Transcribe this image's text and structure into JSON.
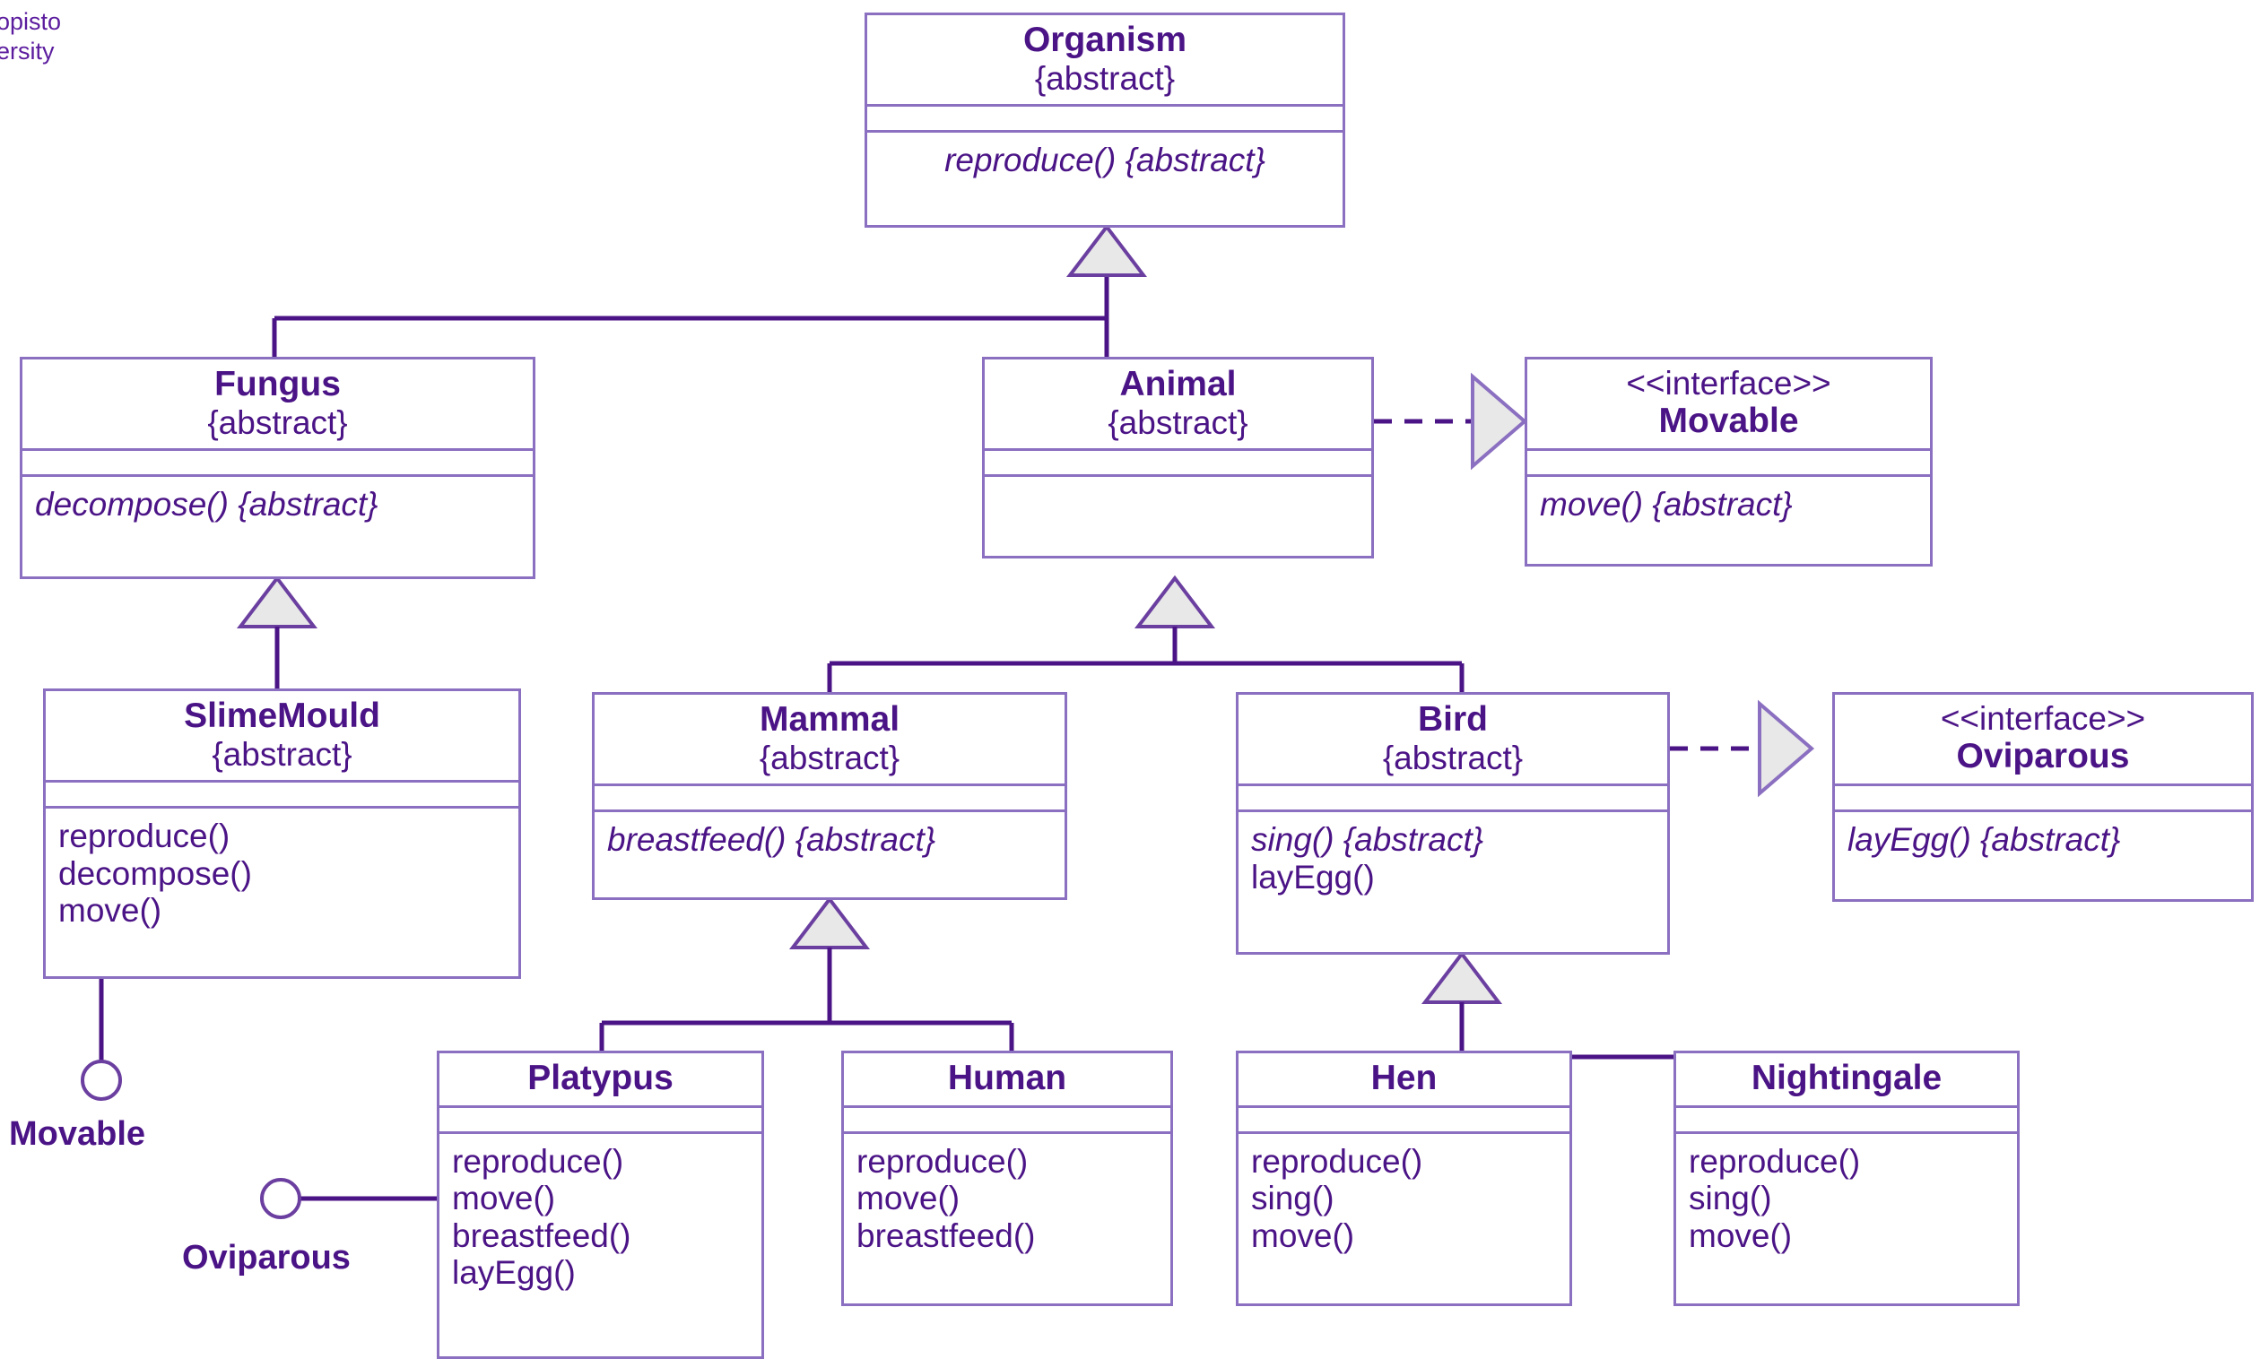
{
  "diagram": {
    "title": "Organism class hierarchy UML class diagram",
    "colors": {
      "text": "#4B1486",
      "border": "#8B6FC0",
      "line": "#4B1486",
      "triangle_fill": "#E8E8E8",
      "background": "#FFFFFF"
    },
    "watermark": {
      "line1": "opisto",
      "line2": "ersity"
    }
  },
  "classes": {
    "organism": {
      "name": "Organism",
      "abstract_tag": "{abstract}",
      "operations": [
        {
          "text": "reproduce() {abstract}",
          "abstract": true
        }
      ]
    },
    "fungus": {
      "name": "Fungus",
      "abstract_tag": "{abstract}",
      "operations": [
        {
          "text": "decompose() {abstract}",
          "abstract": true
        }
      ]
    },
    "animal": {
      "name": "Animal",
      "abstract_tag": "{abstract}",
      "operations": []
    },
    "movable": {
      "stereotype": "<<interface>>",
      "name": "Movable",
      "operations": [
        {
          "text": "move() {abstract}",
          "abstract": true
        }
      ]
    },
    "slimemould": {
      "name": "SlimeMould",
      "abstract_tag": "{abstract}",
      "operations": [
        {
          "text": "reproduce()",
          "abstract": false
        },
        {
          "text": "decompose()",
          "abstract": false
        },
        {
          "text": "move()",
          "abstract": false
        }
      ]
    },
    "mammal": {
      "name": "Mammal",
      "abstract_tag": "{abstract}",
      "operations": [
        {
          "text": "breastfeed() {abstract}",
          "abstract": true
        }
      ]
    },
    "bird": {
      "name": "Bird",
      "abstract_tag": "{abstract}",
      "operations": [
        {
          "text": "sing() {abstract}",
          "abstract": true
        },
        {
          "text": "layEgg()",
          "abstract": false
        }
      ]
    },
    "oviparous": {
      "stereotype": "<<interface>>",
      "name": "Oviparous",
      "operations": [
        {
          "text": "layEgg() {abstract}",
          "abstract": true
        }
      ]
    },
    "platypus": {
      "name": "Platypus",
      "operations": [
        {
          "text": "reproduce()",
          "abstract": false
        },
        {
          "text": "move()",
          "abstract": false
        },
        {
          "text": "breastfeed()",
          "abstract": false
        },
        {
          "text": "layEgg()",
          "abstract": false
        }
      ]
    },
    "human": {
      "name": "Human",
      "operations": [
        {
          "text": "reproduce()",
          "abstract": false
        },
        {
          "text": "move()",
          "abstract": false
        },
        {
          "text": "breastfeed()",
          "abstract": false
        }
      ]
    },
    "hen": {
      "name": "Hen",
      "operations": [
        {
          "text": "reproduce()",
          "abstract": false
        },
        {
          "text": "sing()",
          "abstract": false
        },
        {
          "text": "move()",
          "abstract": false
        }
      ]
    },
    "nightingale": {
      "name": "Nightingale",
      "operations": [
        {
          "text": "reproduce()",
          "abstract": false
        },
        {
          "text": "sing()",
          "abstract": false
        },
        {
          "text": "move()",
          "abstract": false
        }
      ]
    }
  },
  "interface_balls": {
    "movable": {
      "label": "Movable"
    },
    "oviparous": {
      "label": "Oviparous"
    }
  },
  "relationships": [
    {
      "kind": "generalization",
      "from": "Fungus",
      "to": "Organism"
    },
    {
      "kind": "generalization",
      "from": "Animal",
      "to": "Organism"
    },
    {
      "kind": "generalization",
      "from": "SlimeMould",
      "to": "Fungus"
    },
    {
      "kind": "generalization",
      "from": "Mammal",
      "to": "Animal"
    },
    {
      "kind": "generalization",
      "from": "Bird",
      "to": "Animal"
    },
    {
      "kind": "generalization",
      "from": "Platypus",
      "to": "Mammal"
    },
    {
      "kind": "generalization",
      "from": "Human",
      "to": "Mammal"
    },
    {
      "kind": "generalization",
      "from": "Hen",
      "to": "Bird"
    },
    {
      "kind": "generalization",
      "from": "Nightingale",
      "to": "Bird"
    },
    {
      "kind": "realization",
      "from": "Animal",
      "to": "Movable"
    },
    {
      "kind": "realization",
      "from": "Bird",
      "to": "Oviparous"
    },
    {
      "kind": "provided-interface",
      "from": "SlimeMould",
      "to": "Movable"
    },
    {
      "kind": "provided-interface",
      "from": "Platypus",
      "to": "Oviparous"
    }
  ]
}
